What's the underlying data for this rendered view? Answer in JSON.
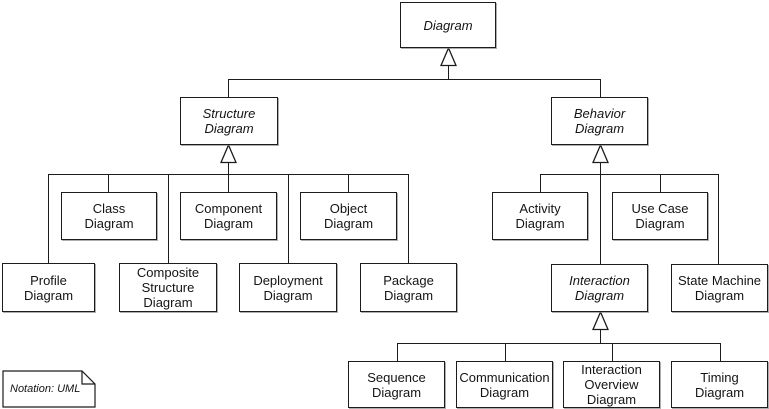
{
  "nodes": {
    "diagram": "Diagram",
    "structure_diagram": "Structure\nDiagram",
    "behavior_diagram": "Behavior\nDiagram",
    "class_diagram": "Class\nDiagram",
    "component_diagram": "Component\nDiagram",
    "object_diagram": "Object\nDiagram",
    "profile_diagram": "Profile\nDiagram",
    "composite_structure_diagram": "Composite\nStructure\nDiagram",
    "deployment_diagram": "Deployment\nDiagram",
    "package_diagram": "Package\nDiagram",
    "activity_diagram": "Activity\nDiagram",
    "use_case_diagram": "Use Case\nDiagram",
    "interaction_diagram": "Interaction\nDiagram",
    "state_machine_diagram": "State Machine\nDiagram",
    "sequence_diagram": "Sequence\nDiagram",
    "communication_diagram": "Communication\nDiagram",
    "interaction_overview_diagram": "Interaction\nOverview\nDiagram",
    "timing_diagram": "Timing\nDiagram"
  },
  "note": {
    "text": "Notation: UML"
  },
  "hierarchy": {
    "Diagram": [
      "Structure Diagram",
      "Behavior Diagram"
    ],
    "Structure Diagram": [
      "Class Diagram",
      "Component Diagram",
      "Object Diagram",
      "Profile Diagram",
      "Composite Structure Diagram",
      "Deployment Diagram",
      "Package Diagram"
    ],
    "Behavior Diagram": [
      "Activity Diagram",
      "Use Case Diagram",
      "Interaction Diagram",
      "State Machine Diagram"
    ],
    "Interaction Diagram": [
      "Sequence Diagram",
      "Communication Diagram",
      "Interaction Overview Diagram",
      "Timing Diagram"
    ]
  },
  "abstract_nodes": [
    "Diagram",
    "Structure Diagram",
    "Behavior Diagram",
    "Interaction Diagram"
  ],
  "edge_type": "generalization (hollow triangle arrowhead at parent)",
  "colors": {
    "background": "#ffffff",
    "line": "#1c1c1c",
    "box_fill": "#ffffff",
    "text": "#141414"
  }
}
